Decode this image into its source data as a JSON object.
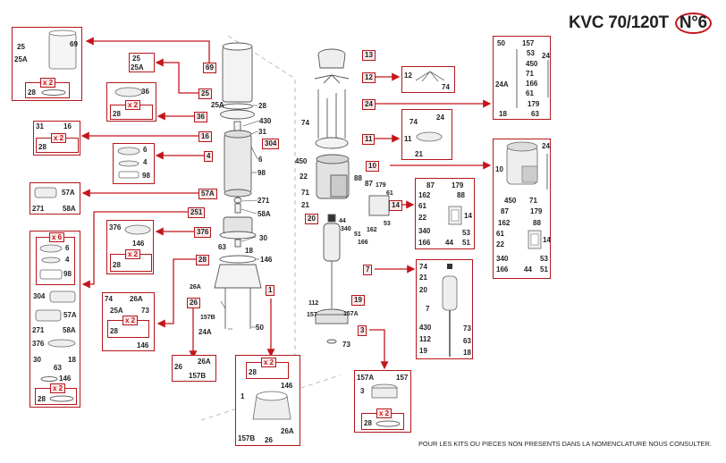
{
  "header": {
    "title": "KVC 70/120T",
    "sheet": "N°6"
  },
  "footer": {
    "note": "POUR LES KITS OU PIECES NON PRESENTS DANS LA NOMENCLATURE NOUS CONSULTER."
  },
  "colors": {
    "accent": "#b5161c",
    "tag_fill": "#fbeaea",
    "line": "#c4161c"
  },
  "tags": {
    "t69": "69",
    "t25": "25",
    "t36": "36",
    "t16": "16",
    "t304": "304",
    "t4": "4",
    "t57A": "57A",
    "t251": "251",
    "t376": "376",
    "t28": "28",
    "t26": "26",
    "t1": "1",
    "t13": "13",
    "t12": "12",
    "t24": "24",
    "t11": "11",
    "t10": "10",
    "t14": "14",
    "t20": "20",
    "t7": "7",
    "t19": "19",
    "t3": "3"
  },
  "assembly_labels": {
    "a25A": "25A",
    "a28": "28",
    "a430": "430",
    "a31": "31",
    "a6": "6",
    "a98": "98",
    "a271": "271",
    "a58A": "58A",
    "a30": "30",
    "a63": "63",
    "a18": "18",
    "a146": "146",
    "a26A": "26A",
    "a157B": "157B",
    "a24A": "24A",
    "a50": "50",
    "a74": "74",
    "a450": "450",
    "a22": "22",
    "a71": "71",
    "a21": "21",
    "a88": "88",
    "a87": "87",
    "a179": "179",
    "a61": "61",
    "a53": "53",
    "a44": "44",
    "a340": "340",
    "a51": "51",
    "a162": "162",
    "a166": "166",
    "a112": "112",
    "a157": "157",
    "a157A": "157A",
    "a73": "73"
  },
  "kits": {
    "k69": {
      "labels": [
        "25",
        "25A",
        "69",
        "28"
      ],
      "qty": "x 2"
    },
    "k25": {
      "labels": [
        "25",
        "25A"
      ]
    },
    "k36": {
      "labels": [
        "36",
        "28"
      ],
      "qty": "x 2"
    },
    "k16": {
      "labels": [
        "31",
        "16",
        "28"
      ],
      "qty": "x 2"
    },
    "k4": {
      "labels": [
        "6",
        "4",
        "98"
      ]
    },
    "k57A": {
      "labels": [
        "57A",
        "271",
        "58A"
      ]
    },
    "k251": {
      "labels": [
        "6",
        "4",
        "98",
        "304",
        "57A",
        "271",
        "58A",
        "376",
        "30",
        "18",
        "63",
        "146",
        "28"
      ],
      "qty_top": "x 6",
      "qty": "x 2"
    },
    "k376": {
      "labels": [
        "376",
        "146",
        "28"
      ],
      "qty": "x 2"
    },
    "k28": {
      "labels": [
        "74",
        "26A",
        "25A",
        "73",
        "28",
        "146"
      ],
      "qty": "x 2"
    },
    "k26": {
      "labels": [
        "26",
        "26A",
        "157B"
      ]
    },
    "k1": {
      "labels": [
        "28",
        "146",
        "1",
        "157B",
        "26",
        "26A"
      ],
      "qty": "x 2"
    },
    "k12": {
      "labels": [
        "12",
        "74"
      ]
    },
    "k11": {
      "labels": [
        "74",
        "24",
        "11",
        "21"
      ]
    },
    "k24": {
      "labels": [
        "50",
        "157",
        "53",
        "24",
        "450",
        "24A",
        "71",
        "166",
        "61",
        "179",
        "18",
        "63"
      ]
    },
    "k10": {
      "labels": [
        "24",
        "10",
        "450",
        "71",
        "87",
        "179",
        "162",
        "88",
        "61",
        "22",
        "14",
        "340",
        "53",
        "166",
        "44",
        "51"
      ]
    },
    "k14": {
      "labels": [
        "87",
        "179",
        "162",
        "88",
        "61",
        "22",
        "14",
        "340",
        "53",
        "166",
        "44",
        "51"
      ]
    },
    "k7": {
      "labels": [
        "74",
        "21",
        "20",
        "7",
        "430",
        "73",
        "112",
        "63",
        "19",
        "18"
      ]
    },
    "k3": {
      "labels": [
        "157A",
        "157",
        "3",
        "28"
      ],
      "qty": "x 2"
    }
  }
}
